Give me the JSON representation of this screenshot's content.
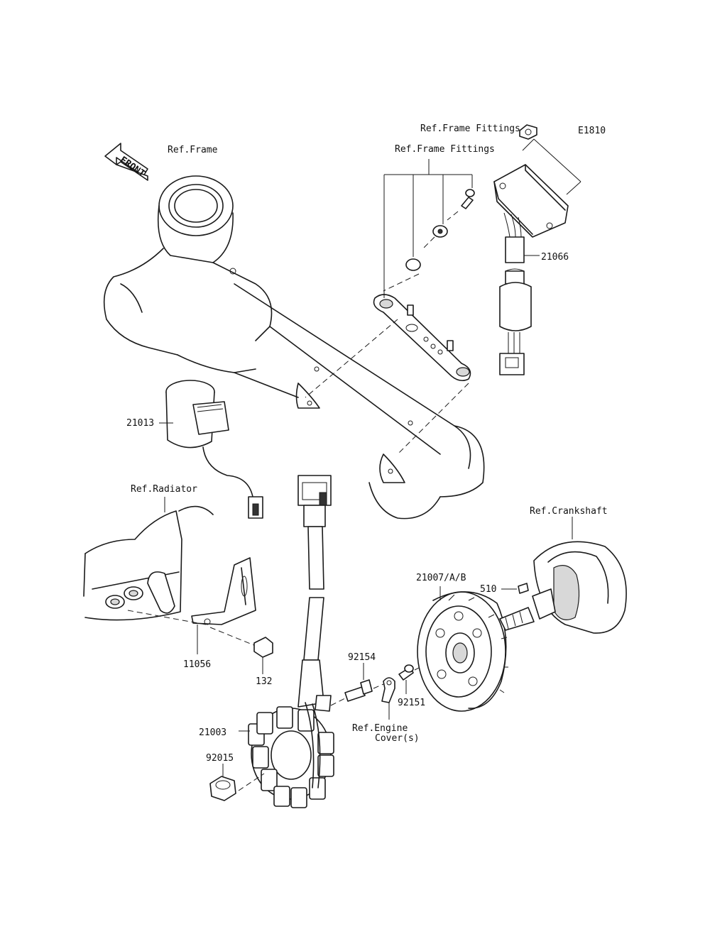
{
  "diagram": {
    "code": "E1810",
    "front_label": "FRONT",
    "refs": {
      "frame": "Ref.Frame",
      "frame_fittings_top": "Ref.Frame Fittings",
      "frame_fittings": "Ref.Frame Fittings",
      "radiator": "Ref.Radiator",
      "crankshaft": "Ref.Crankshaft",
      "engine_cover_line1": "Ref.Engine",
      "engine_cover_line2": "Cover(s)"
    },
    "parts": {
      "p21066": "21066",
      "p21013": "21013",
      "p11056": "11056",
      "p132": "132",
      "p92154": "92154",
      "p92151": "92151",
      "p21003": "21003",
      "p92015": "92015",
      "p21007": "21007/A/B",
      "p510": "510"
    }
  }
}
